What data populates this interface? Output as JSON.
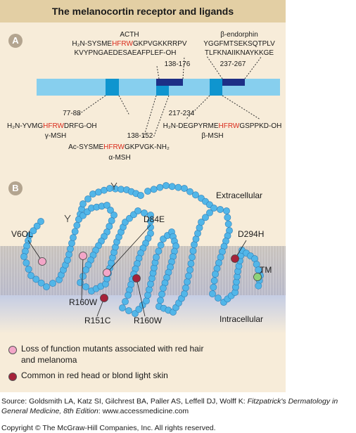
{
  "title": "The melanocortin receptor and ligands",
  "panel_a": {
    "label": "A",
    "acth": {
      "name": "ACTH",
      "seq1_pre": "H₂N-SYSME",
      "seq1_motif": "HFRW",
      "seq1_post": "GKPVGKKRRPV",
      "seq2": "KVYPNGAEDESAEAFPLEF-OH",
      "range": "138-176"
    },
    "beta_endorphin": {
      "name": "β-endorphin",
      "seq1": "YGGFMTSEKSQTPLV",
      "seq2": "TLFKNAIIKNAYKKGE",
      "range": "237-267"
    },
    "gamma_msh": {
      "range": "77-88",
      "seq_pre": "H₂N-YVMG",
      "seq_motif": "HFRW",
      "seq_post": "DRFG-OH",
      "name": "γ-MSH"
    },
    "alpha_msh": {
      "range": "138-152",
      "seq_pre": "Ac-SYSME",
      "seq_motif": "HFRW",
      "seq_post": "GKPVGK-NH₂",
      "name": "α-MSH"
    },
    "beta_msh": {
      "range": "217-234",
      "seq_pre": "H₂N-DEGPYRME",
      "seq_motif": "HFRW",
      "seq_post": "GSPPKD-OH",
      "name": "β-MSH"
    }
  },
  "panel_b": {
    "label": "B",
    "extracellular": "Extracellular",
    "intracellular": "Intracellular",
    "mutations": [
      "V6OL",
      "D84E",
      "D294H",
      "TM",
      "R160W",
      "R151C",
      "R160W"
    ]
  },
  "legend": {
    "item1_line1": "Loss of function mutants associated with red hair",
    "item1_line2": "and melanoma",
    "item2": "Common in red head or blond light skin"
  },
  "colors": {
    "bead": "#52b6e8",
    "pink_dot": "#f3a6c8",
    "maroon_dot": "#a6223a",
    "green_dot": "#8fd27a",
    "motif_red": "#d92b1c"
  },
  "source": {
    "prefix": "Source: Goldsmith LA, Katz SI, Gilchrest BA, Paller AS, Leffell DJ, Wolff K: ",
    "book": "Fitzpatrick's Dermatology in General Medicine, 8th Edition",
    "suffix": ": www.accessmedicine.com"
  },
  "copyright": "Copyright © The McGraw-Hill Companies, Inc. All rights reserved."
}
